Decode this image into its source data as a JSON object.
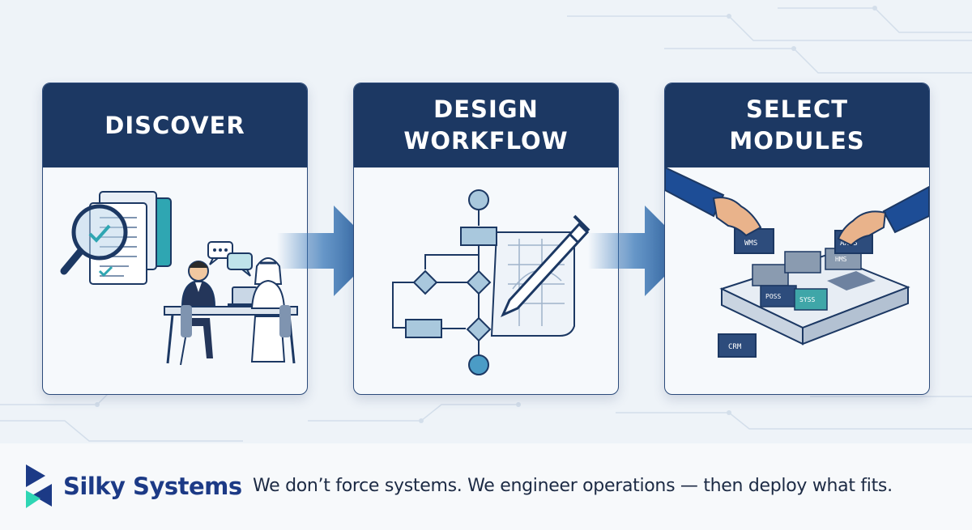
{
  "steps": [
    {
      "title": "DISCOVER"
    },
    {
      "title": "DESIGN\nWORKFLOW"
    },
    {
      "title": "SELECT\nMODULES"
    }
  ],
  "module_labels": [
    "WMS",
    "HMS",
    "AXBS",
    "POSS",
    "SYSS",
    "CRM"
  ],
  "brand": {
    "name": "Silky Systems"
  },
  "tagline": "We don’t force systems. We engineer operations — then deploy what fits.",
  "colors": {
    "header_navy": "#1c3863",
    "accent_blue": "#3a78b8",
    "brand_navy": "#1c3a86",
    "brand_teal": "#2fd6b4",
    "module_gray": "#8a9bb0",
    "module_teal": "#3fa6a8",
    "module_navy": "#2d4c7c"
  }
}
